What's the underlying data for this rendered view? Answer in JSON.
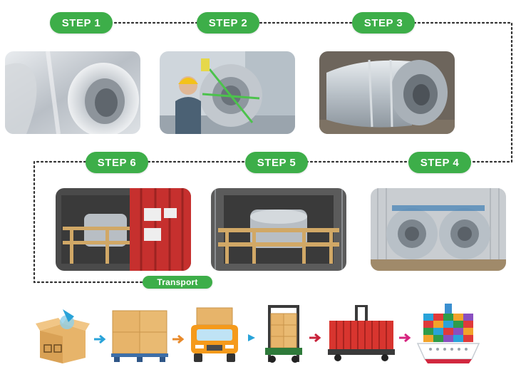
{
  "steps": [
    {
      "label": "STEP 1",
      "photo": "coil-closeup-photo"
    },
    {
      "label": "STEP 2",
      "photo": "worker-strapping-coil-photo"
    },
    {
      "label": "STEP 3",
      "photo": "wrapped-coil-photo"
    },
    {
      "label": "STEP 4",
      "photo": "coils-in-container-photo"
    },
    {
      "label": "STEP 5",
      "photo": "coil-row-in-container-photo"
    },
    {
      "label": "STEP 6",
      "photo": "container-door-closing-photo"
    }
  ],
  "transport_label": "Transport",
  "transport_icons": [
    "box-icon",
    "pallet-icon",
    "truck-icon",
    "forklift-icon",
    "container-icon",
    "cargo-ship-icon"
  ],
  "colors": {
    "accent": "#3dae49",
    "arrow_blue": "#29a3d9",
    "arrow_red": "#c8223a",
    "arrow_magenta": "#d6237f"
  }
}
